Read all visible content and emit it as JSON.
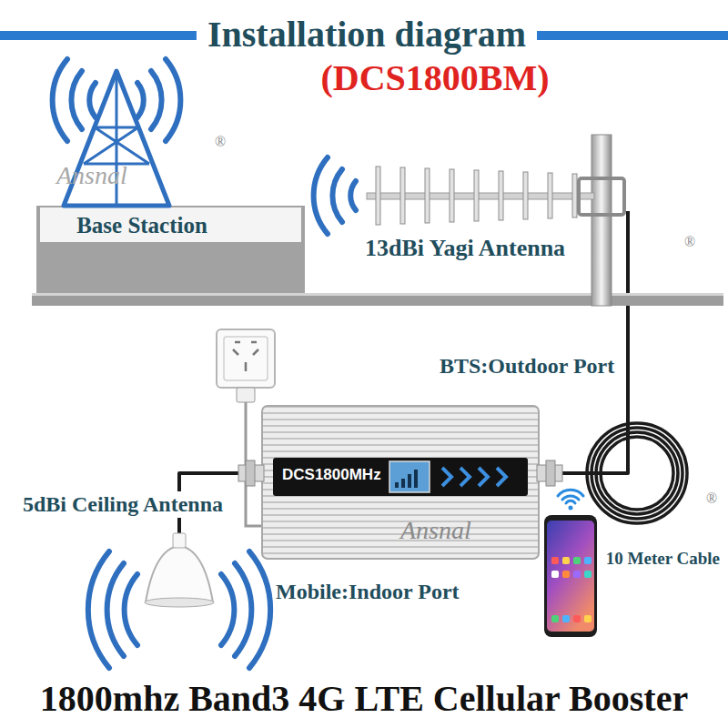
{
  "diagram": {
    "title": "Installation diagram",
    "caption": "1800mhz Band3 4G LTE Cellular Booster",
    "nodes": [
      {
        "text": [
          "Base Staction"
        ]
      },
      {
        "text": [
          "13dBi Yagi Antenna"
        ]
      },
      {
        "text": [
          "DCS1800MHz"
        ]
      },
      {
        "text": [
          "5dBi Ceiling Antenna"
        ]
      }
    ],
    "edges": [
      {
        "from": 1,
        "to": 2,
        "arrow": "none",
        "label": "10 Meter Cable"
      },
      {
        "from": 2,
        "to": 3,
        "arrow": "none"
      }
    ],
    "labels": [
      "(DCS1800BM)",
      "BTS:Outdoor Port",
      "Mobile:Indoor Port",
      "Ansnal",
      "Ansnal",
      "®",
      "®",
      "®"
    ]
  }
}
